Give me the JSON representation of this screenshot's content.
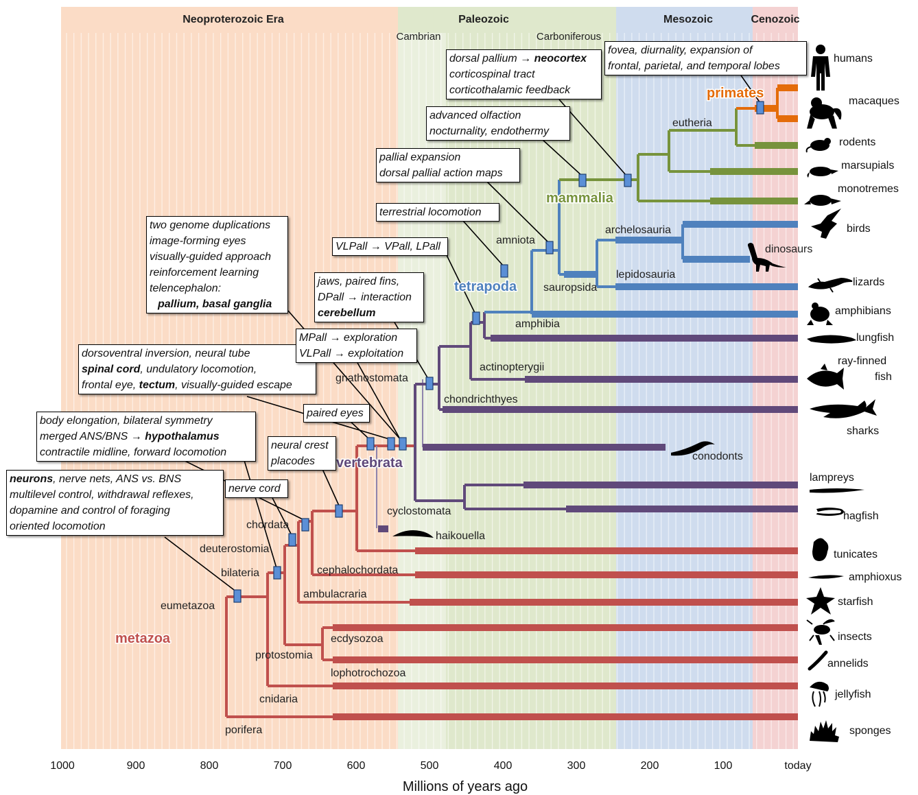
{
  "eras": [
    {
      "label": "Neoproterozoic Era",
      "from": 1000,
      "to": 541,
      "color": "#fbdcc6"
    },
    {
      "label": "Paleozoic",
      "from": 541,
      "to": 252,
      "color": "#dfe8cc"
    },
    {
      "label": "Mesozoic",
      "from": 252,
      "to": 66,
      "color": "#cfdcee"
    },
    {
      "label": "Cenozoic",
      "from": 66,
      "to": 0,
      "color": "#f4d2d2"
    }
  ],
  "periods": [
    {
      "label": "Cambrian",
      "at": 541
    },
    {
      "label": "Carboniferous",
      "at": 330
    }
  ],
  "axis": {
    "ticks": [
      "1000",
      "900",
      "800",
      "700",
      "600",
      "500",
      "400",
      "300",
      "200",
      "100",
      "today"
    ],
    "title": "Millions of years ago"
  },
  "groups": [
    {
      "label": "metazoa",
      "color": "#c0504d"
    },
    {
      "label": "vertebrata",
      "color": "#60497a"
    },
    {
      "label": "tetrapoda",
      "color": "#4f81bd"
    },
    {
      "label": "mammalia",
      "color": "#77933c"
    },
    {
      "label": "primates",
      "color": "#e46c0a"
    }
  ],
  "clades": [
    "eumetazoa",
    "bilateria",
    "deuterostomia",
    "chordata",
    "cephalochordata",
    "ambulacraria",
    "protostomia",
    "ecdysozoa",
    "lophotrochozoa",
    "cnidaria",
    "porifera",
    "gnathostomata",
    "chondrichthyes",
    "actinopterygii",
    "amphibia",
    "amniota",
    "sauropsida",
    "archelosauria",
    "lepidosauria",
    "eutheria",
    "cyclostomata",
    "haikouella",
    "conodonts",
    "dinosaurs"
  ],
  "taxa": [
    "humans",
    "macaques",
    "rodents",
    "marsupials",
    "monotremes",
    "birds",
    "lizards",
    "amphibians",
    "lungfish",
    "ray-finned fish",
    "sharks",
    "lampreys",
    "hagfish",
    "tunicates",
    "amphioxus",
    "starfish",
    "insects",
    "annelids",
    "jellyfish",
    "sponges"
  ],
  "notes": {
    "neurons": [
      "neurons",
      ", nerve nets, ANS vs. BNS",
      "multilevel control, withdrawal reflexes,",
      "dopamine and control of foraging",
      "oriented locomotion"
    ],
    "nerve_cord": "nerve cord",
    "body": [
      "body elongation, bilateral symmetry",
      "merged ANS/BNS → ",
      "hypothalamus",
      "contractile midline, forward locomotion"
    ],
    "neural_crest": [
      "neural crest",
      "placodes"
    ],
    "dorsoventral": [
      "dorsoventral inversion, neural tube",
      "spinal cord",
      ", undulatory locomotion,",
      "frontal eye, ",
      "tectum",
      ", visually-guided escape"
    ],
    "paired_eyes": "paired eyes",
    "genome": [
      "two genome duplications",
      "image-forming eyes",
      "visually-guided approach",
      "reinforcement learning",
      "telencephalon:",
      "pallium, basal ganglia"
    ],
    "mpall": [
      "MPall → exploration",
      "VLPall → exploitation"
    ],
    "jaws": [
      "jaws, paired fins,",
      "DPall → interaction",
      "cerebellum"
    ],
    "vlpall": "VLPall → VPall, LPall",
    "terrestrial": "terrestrial locomotion",
    "pallial": [
      "pallial expansion",
      "dorsal pallial action maps"
    ],
    "olfaction": [
      "advanced olfaction",
      "nocturnality, endothermy"
    ],
    "dorsal_pallium": [
      "dorsal pallium → ",
      "neocortex",
      "corticospinal tract",
      "corticothalamic feedback"
    ],
    "fovea": [
      "fovea, diurnality, expansion of",
      "frontal, parietal, and temporal lobes"
    ]
  }
}
